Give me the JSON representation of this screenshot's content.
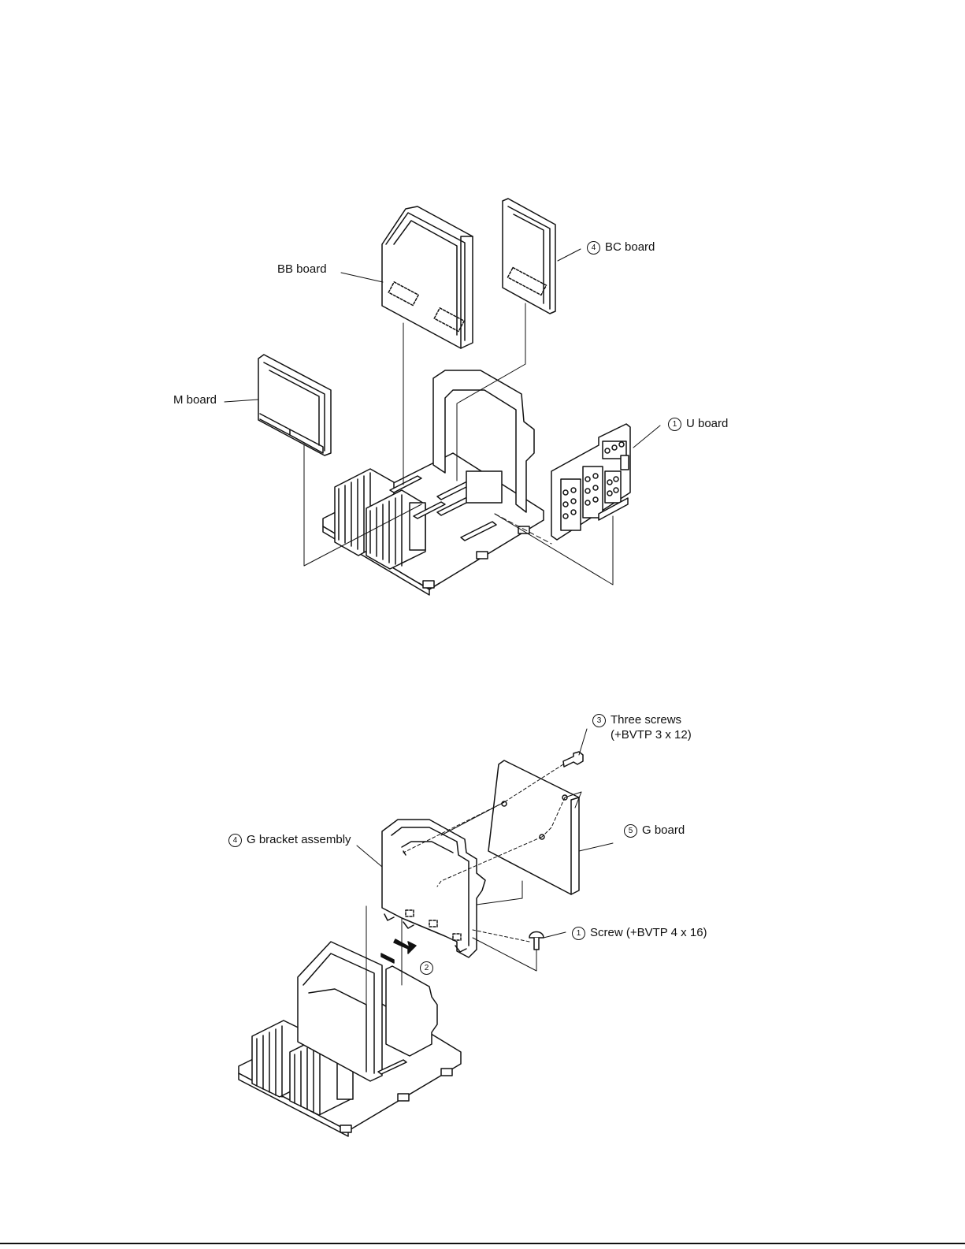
{
  "upper_diagram": {
    "labels": {
      "bb_board": "BB board",
      "bc_board_num": "4",
      "bc_board": "BC board",
      "m_board": "M board",
      "u_board_num": "1",
      "u_board": "U board"
    }
  },
  "lower_diagram": {
    "labels": {
      "three_screws_num": "3",
      "three_screws": "Three screws",
      "three_screws_spec": "(+BVTP 3 x 12)",
      "g_bracket_num": "4",
      "g_bracket": "G bracket assembly",
      "g_board_num": "5",
      "g_board": "G board",
      "screw_num": "1",
      "screw": "Screw (+BVTP 4 x 16)",
      "step_num": "2"
    }
  }
}
